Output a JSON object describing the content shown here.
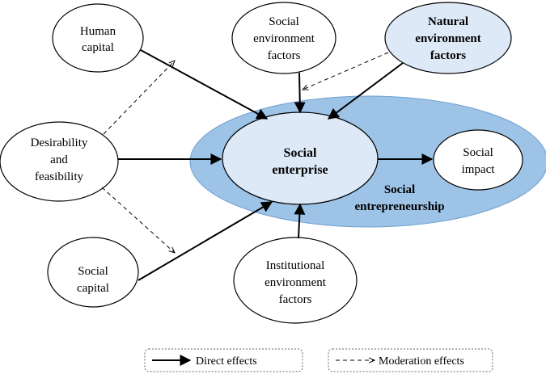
{
  "nodes": {
    "human_capital": [
      "Human",
      "capital"
    ],
    "social_env": [
      "Social",
      "environment",
      "factors"
    ],
    "natural_env": [
      "Natural",
      "environment",
      "factors"
    ],
    "desirability": [
      "Desirability",
      "and",
      "feasibility"
    ],
    "social_enterprise": [
      "Social",
      "enterprise"
    ],
    "social_impact": [
      "Social",
      "impact"
    ],
    "social_entrepreneurship": [
      "Social",
      "entrepreneurship"
    ],
    "social_capital": [
      "Social",
      "capital"
    ],
    "institutional_env": [
      "Institutional",
      "environment",
      "factors"
    ]
  },
  "legend": {
    "direct": "Direct effects",
    "moderation": "Moderation effects"
  },
  "colors": {
    "outer_ellipse": "#9dc3e6",
    "light_fill": "#dde9f7",
    "white_fill": "#ffffff"
  }
}
